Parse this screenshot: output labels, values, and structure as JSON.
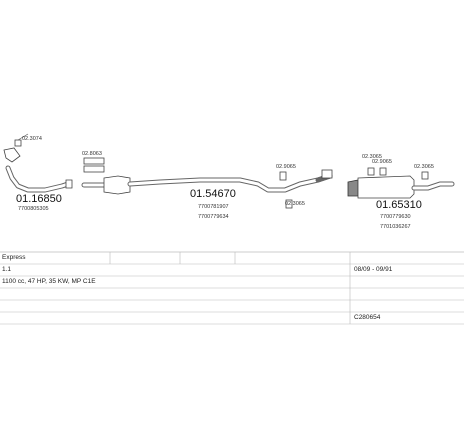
{
  "parts": {
    "p1": {
      "number": "01.16850",
      "ref": "7700805305"
    },
    "p2": {
      "number": "01.54670",
      "ref1": "7700781907",
      "ref2": "7700779634"
    },
    "p3": {
      "number": "01.65310",
      "ref1": "7700779630",
      "ref2": "7701036267"
    }
  },
  "small_refs": {
    "r1": "02.3074",
    "r2": "02.8063",
    "r3": "02.9065",
    "r4": "02.3065",
    "r5": "02.3065",
    "r6": "02.9065",
    "r7": "02.3065"
  },
  "info": {
    "model": "Express",
    "variant": "1.1",
    "engine": "1100 cc, 47 HP, 35 KW, MP C1E",
    "date_range": "08/09 - 09/91",
    "code": "C280654"
  }
}
